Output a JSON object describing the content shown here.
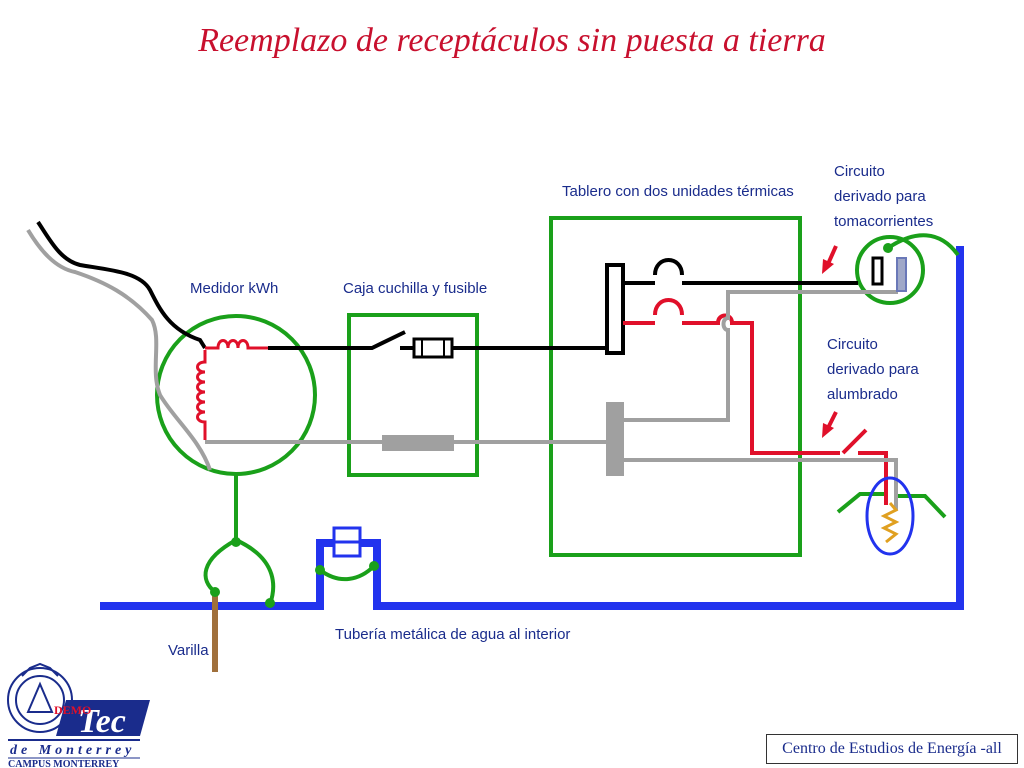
{
  "title": "Reemplazo de receptáculos sin puesta a tierra",
  "labels": {
    "meter": "Medidor kWh",
    "switch_box": "Caja cuchilla y fusible",
    "panel": "Tablero con dos unidades térmicas",
    "outlet_circuit": [
      "Circuito",
      "derivado para",
      "tomacorrientes"
    ],
    "lighting_circuit": [
      "Circuito",
      "derivado para",
      "alumbrado"
    ],
    "rod": "Varilla",
    "pipe": "Tubería metálica de agua al interior"
  },
  "logo": {
    "overlay": "DEMO",
    "wordmark": "Tec",
    "subtitle": "de Monterrey",
    "campus": "CAMPUS MONTERREY"
  },
  "footer": "Centro de Estudios de Energía -all",
  "colors": {
    "title": "#c8102e",
    "label": "#1a2c8c",
    "box": "#1aa01a",
    "ground_bus": "#2233ee",
    "hot": "#000000",
    "neutral": "#a0a0a0",
    "phase2": "#e0102a",
    "rod": "#a0703c",
    "arrow": "#e0102a"
  }
}
